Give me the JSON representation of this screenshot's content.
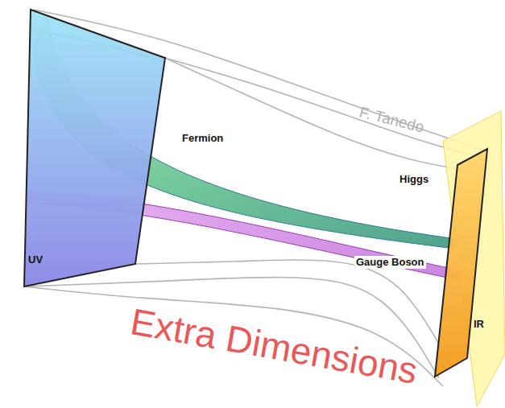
{
  "diagram": {
    "title": "Extra Dimensions",
    "nodes": [
      {
        "text": [
          "UV"
        ]
      },
      {
        "text": [
          "IR"
        ]
      }
    ],
    "labels": [
      "Fermion",
      "Higgs",
      "Gauge Boson",
      "F. Tanedo"
    ]
  }
}
